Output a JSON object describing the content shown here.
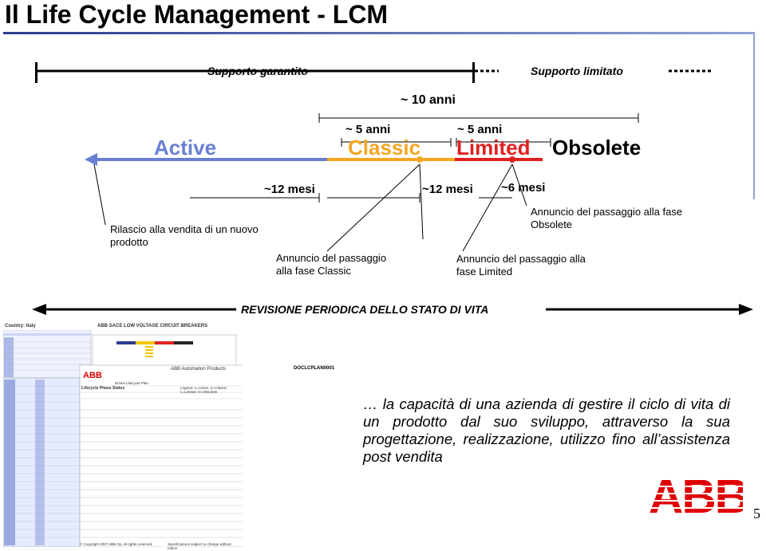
{
  "title": "Il Life Cycle Management - LCM",
  "support": {
    "guaranteed": "Supporto garantito",
    "limited": "Supporto limitato"
  },
  "timeline": {
    "total_duration": "~ 10 anni",
    "classic_duration": "~ 5 anni",
    "limited_duration": "~ 5 anni",
    "phases": [
      {
        "label": "Active",
        "color": "#6a7fd3"
      },
      {
        "label": "Classic",
        "color": "#f5a623"
      },
      {
        "label": "Limited",
        "color": "#e02020"
      },
      {
        "label": "Obsolete",
        "color": "#000000"
      }
    ],
    "durations": {
      "active_notice": "~12 mesi",
      "classic_notice": "~12 mesi",
      "limited_notice": "~6 mesi"
    }
  },
  "annotations": {
    "release": "Rilascio alla vendita di un nuovo prodotto",
    "to_classic": "Annuncio del passaggio alla fase Classic",
    "to_limited": "Annuncio del passaggio alla fase Limited",
    "to_obsolete": "Annuncio del passaggio alla fase Obsolete"
  },
  "review_label": "REVISIONE PERIODICA DELLO STATO DI VITA",
  "quote": "… la capacità di una azienda di gestire il ciclo di vita di un prodotto dal suo sviluppo, attraverso la sua progettazione, realizzazione, utilizzo fino all’assistenza post vendita",
  "logo_text": "ABB",
  "page_number": "5",
  "doc": {
    "country": "Country: Italy",
    "header": "ABB SACE LOW VOLTAGE CIRCUIT BREAKERS",
    "sub_title": "ABB Automation Products",
    "doc_id": "DOCLCPLAN0001",
    "table_title": "Lifecycle Phase Status",
    "legend": "Legend: A=Active, C=Classic, L=Limited, O=Obsolete",
    "footer": "© Copyright 2007 ABB Oy. All rights reserved.",
    "footer2": "Specifications subject to change without notice.",
    "plan": "Drives Lifecycle Plan"
  }
}
